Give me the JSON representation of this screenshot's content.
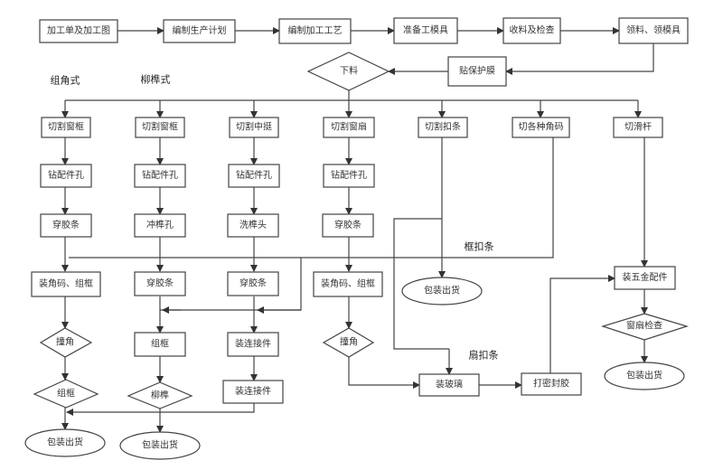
{
  "title": "门窗加工流程图",
  "top_row": [
    "加工单及加工图",
    "编制生产计划",
    "编制加工工艺",
    "准备工模具",
    "收料及检查",
    "领料、领模具"
  ],
  "protect": "贴保护膜",
  "cut_decision": "下料",
  "section_labels": {
    "corner": "组角式",
    "mortise": "柳榫式",
    "frame_strip": "框扣条",
    "sash_strip": "扇扣条"
  },
  "cut_row": [
    "切割窗框",
    "切割窗框",
    "切割中挺",
    "切割窗扇",
    "切割扣条",
    "切各种角码",
    "切滑杆"
  ],
  "drill_row": [
    "钻配件孔",
    "钻配件孔",
    "钻配件孔",
    "钻配件孔"
  ],
  "row5": [
    "穿胶条",
    "冲榫孔",
    "洗榫头",
    "穿胶条"
  ],
  "row6": [
    "装角码、组框",
    "穿胶条",
    "穿胶条",
    "装角码、组框"
  ],
  "col1": {
    "crimp": "撞角",
    "assemble": "组框",
    "pack": "包装出货"
  },
  "col2": {
    "frame": "组框",
    "mortise": "柳榫",
    "pack": "包装出货"
  },
  "col3": {
    "connector1": "装连接件",
    "connector2": "装连接件"
  },
  "col4": {
    "crimp": "撞角"
  },
  "strip_pack": "包装出货",
  "glass": "装玻璃",
  "seal": "打密封胶",
  "hardware": "装五金配件",
  "inspect": "窗扇检查",
  "final_pack": "包装出货"
}
